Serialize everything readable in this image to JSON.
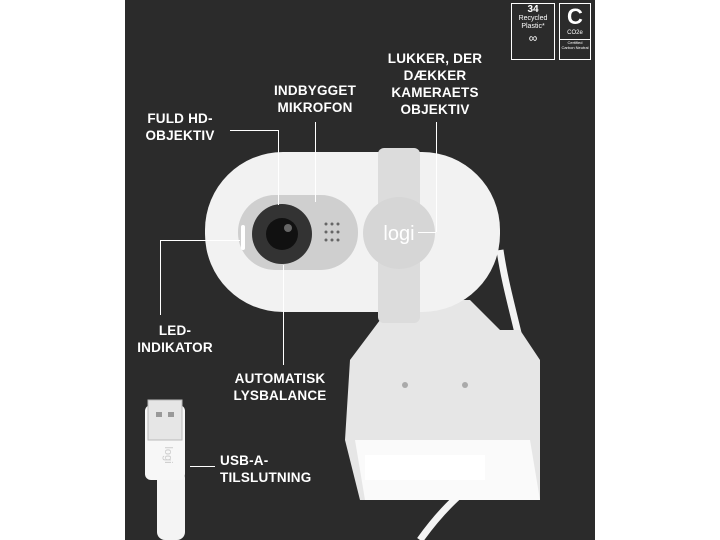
{
  "badges": {
    "recycled": {
      "number": "34",
      "text": "Recycled\nPlastic*"
    },
    "carbon": {
      "symbol": "CO2e",
      "text": "Certified\nCarbon Neutral"
    }
  },
  "callouts": {
    "lens": "FULD HD-\nOBJEKTIV",
    "mic": "INDBYGGET\nMIKROFON",
    "shutter": "LUKKER, DER\nDÆKKER\nKAMERAETS\nOBJEKTIV",
    "led": "LED-\nINDIKATOR",
    "light": "AUTOMATISK\nLYSBALANCE",
    "usb": "USB-A-\nTILSLUTNING"
  },
  "brand": "logi",
  "colors": {
    "background": "#2b2b2b",
    "product": "#f2f2f2"
  }
}
